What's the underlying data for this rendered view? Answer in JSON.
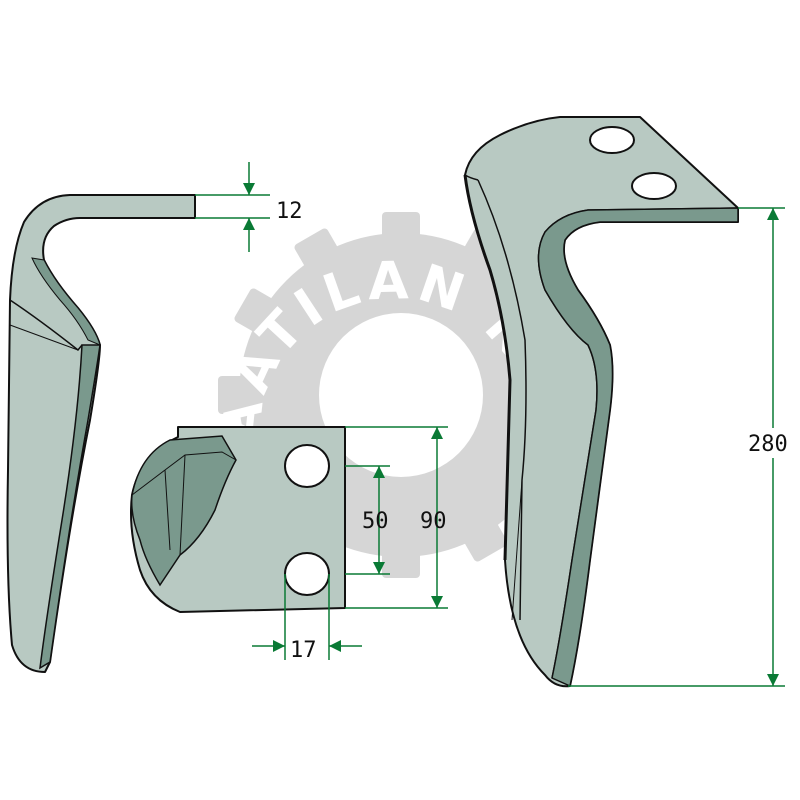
{
  "watermark": {
    "text": "MAATILAN KONE",
    "logo_name": "gear-logo"
  },
  "dimensions": {
    "thickness": "12",
    "hole_spacing": "50",
    "plate_height": "90",
    "hole_offset": "17",
    "blade_height": "280"
  },
  "colors": {
    "blade_fill": "#b8c9c2",
    "blade_dark": "#7a998d",
    "dimension_line": "#0a7a35",
    "outline": "#111111",
    "watermark": "#d0d0d0"
  }
}
